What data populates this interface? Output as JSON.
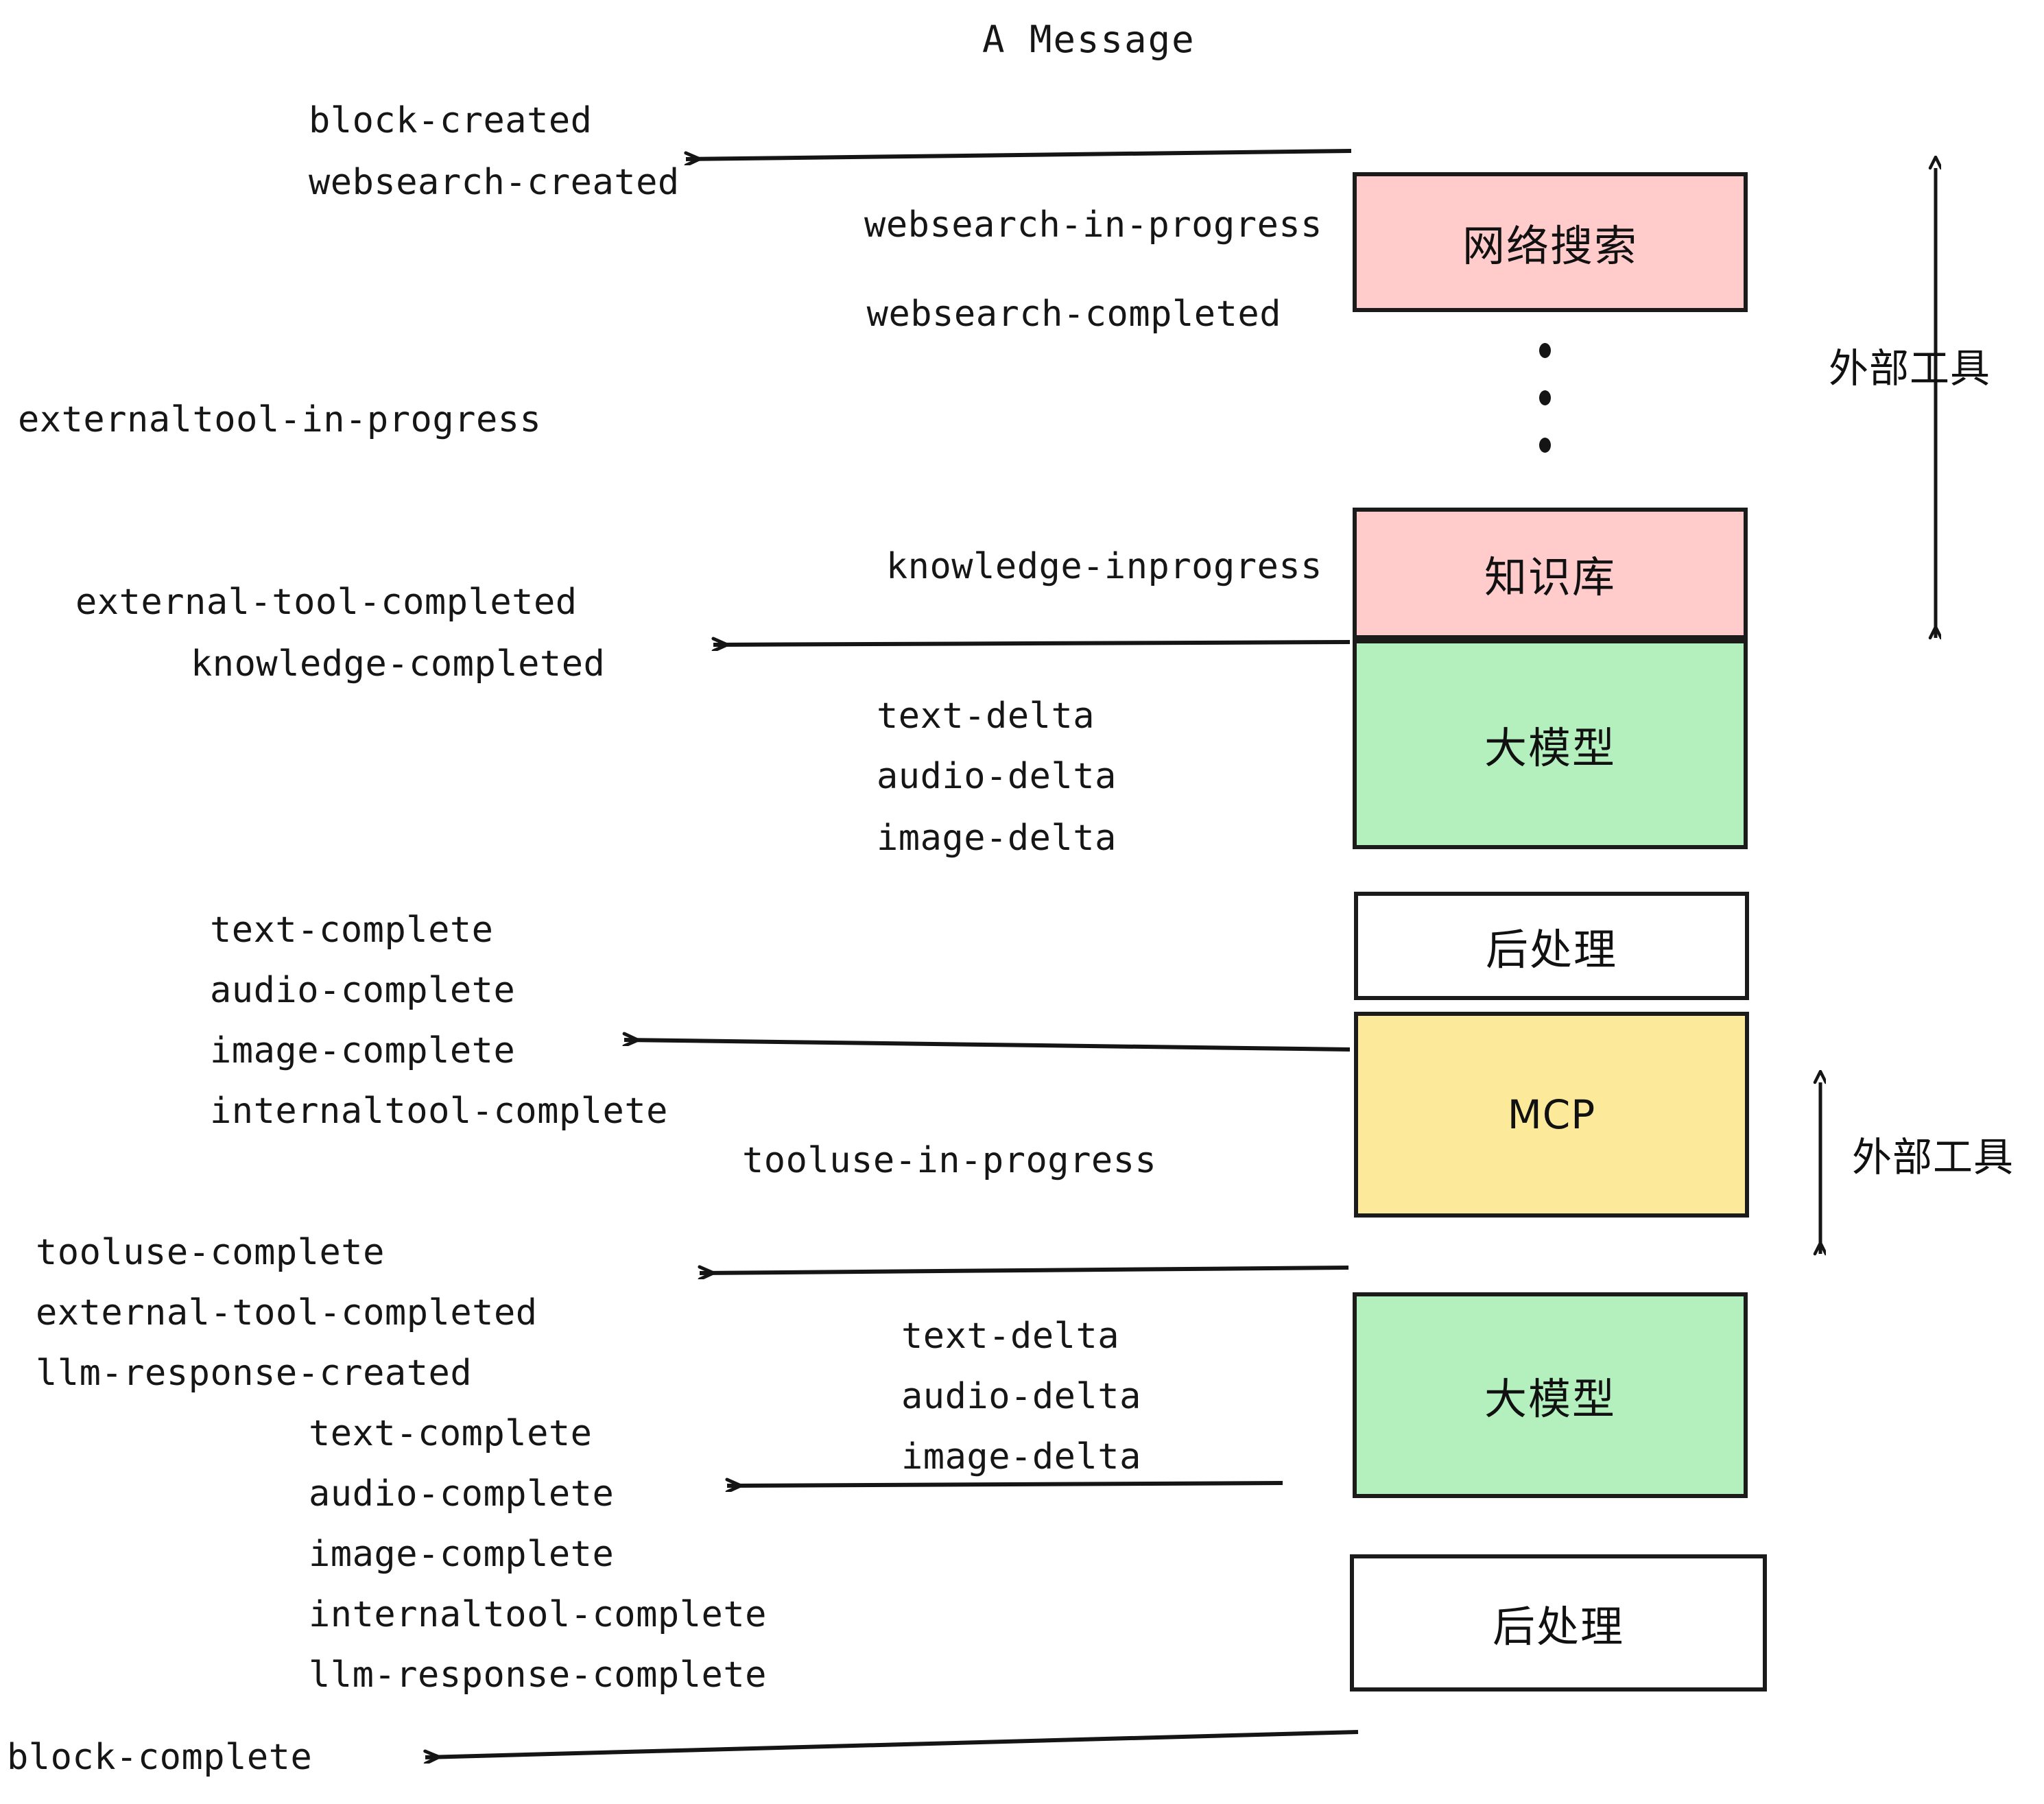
{
  "title": "A Message",
  "boxes": [
    {
      "id": "websearch",
      "label": "网络搜索",
      "color": "#FFCBCB",
      "kind": "pink"
    },
    {
      "id": "knowledge",
      "label": "知识库",
      "color": "#FFCBCB",
      "kind": "pink"
    },
    {
      "id": "llm-top",
      "label": "大模型",
      "color": "#B4EFBE",
      "kind": "green"
    },
    {
      "id": "post-top",
      "label": "后处理",
      "color": "#FFFFFF",
      "kind": "white"
    },
    {
      "id": "mcp",
      "label": "MCP",
      "color": "#FCE99A",
      "kind": "yellow"
    },
    {
      "id": "llm-bottom",
      "label": "大模型",
      "color": "#B4EFBE",
      "kind": "green"
    },
    {
      "id": "post-bottom",
      "label": "后处理",
      "color": "#FFFFFF",
      "kind": "white"
    }
  ],
  "side_labels": {
    "external_tool_top": "外部工具",
    "external_tool_bottom": "外部工具"
  },
  "events": {
    "block_created": "block-created",
    "websearch_created": "websearch-created",
    "websearch_in_progress": "websearch-in-progress",
    "websearch_completed": "websearch-completed",
    "externaltool_in_progress": "externaltool-in-progress",
    "knowledge_inprogress": "knowledge-inprogress",
    "external_tool_completed_1": "external-tool-completed",
    "knowledge_completed": "knowledge-completed",
    "text_delta_1": "text-delta",
    "audio_delta_1": "audio-delta",
    "image_delta_1": "image-delta",
    "text_complete_1": "text-complete",
    "audio_complete_1": "audio-complete",
    "image_complete_1": "image-complete",
    "internaltool_complete_1": "internaltool-complete",
    "tooluse_in_progress": "tooluse-in-progress",
    "tooluse_complete": "tooluse-complete",
    "external_tool_completed_2": "external-tool-completed",
    "llm_response_created": "llm-response-created",
    "text_delta_2": "text-delta",
    "audio_delta_2": "audio-delta",
    "image_delta_2": "image-delta",
    "text_complete_2": "text-complete",
    "audio_complete_2": "audio-complete",
    "image_complete_2": "image-complete",
    "internaltool_complete_2": "internaltool-complete",
    "llm_response_complete": "llm-response-complete",
    "block_complete": "block-complete"
  },
  "palette": {
    "pink": "#FFCBCB",
    "green": "#B4EFBE",
    "yellow": "#FCE99A",
    "white": "#FFFFFF",
    "stroke": "#1B1B1B",
    "text": "#161616"
  }
}
